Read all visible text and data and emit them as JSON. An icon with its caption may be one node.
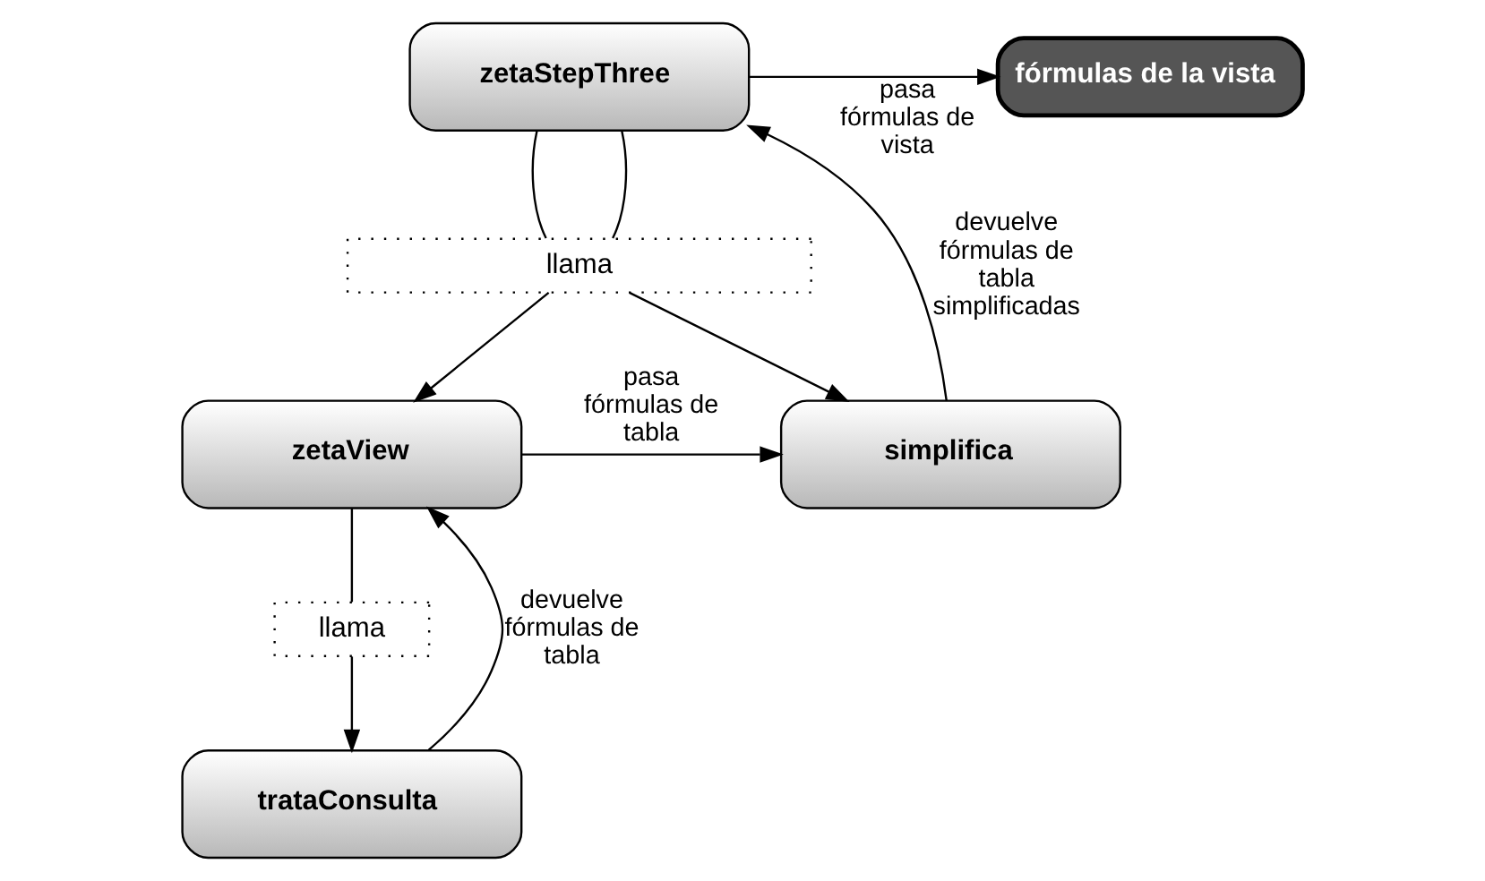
{
  "diagram": {
    "nodes": [
      {
        "text": [
          "fórmulas de la vista"
        ]
      },
      {
        "text": [
          "zetaStepThree"
        ]
      },
      {
        "text": [
          "llama"
        ]
      },
      {
        "text": [
          "zetaView"
        ]
      },
      {
        "text": [
          "simplifica"
        ]
      },
      {
        "text": [
          "llama"
        ]
      },
      {
        "text": [
          "trataConsulta"
        ]
      }
    ],
    "edges": [
      {
        "from": 1,
        "to": 0,
        "arrow": "to",
        "label": "pasa fórmulas de vista"
      },
      {
        "from": 1,
        "to": 2,
        "arrow": "none"
      },
      {
        "from": 1,
        "to": 2,
        "arrow": "none"
      },
      {
        "from": 2,
        "to": 3,
        "arrow": "to"
      },
      {
        "from": 2,
        "to": 4,
        "arrow": "to"
      },
      {
        "from": 3,
        "to": 4,
        "arrow": "to",
        "label": "pasa fórmulas de tabla"
      },
      {
        "from": 4,
        "to": 1,
        "arrow": "to",
        "label": "devuelve fórmulas de tabla simplificadas"
      },
      {
        "from": 3,
        "to": 5,
        "arrow": "none"
      },
      {
        "from": 5,
        "to": 6,
        "arrow": "to"
      },
      {
        "from": 6,
        "to": 3,
        "arrow": "to",
        "label": "devuelve fórmulas de tabla"
      }
    ]
  }
}
